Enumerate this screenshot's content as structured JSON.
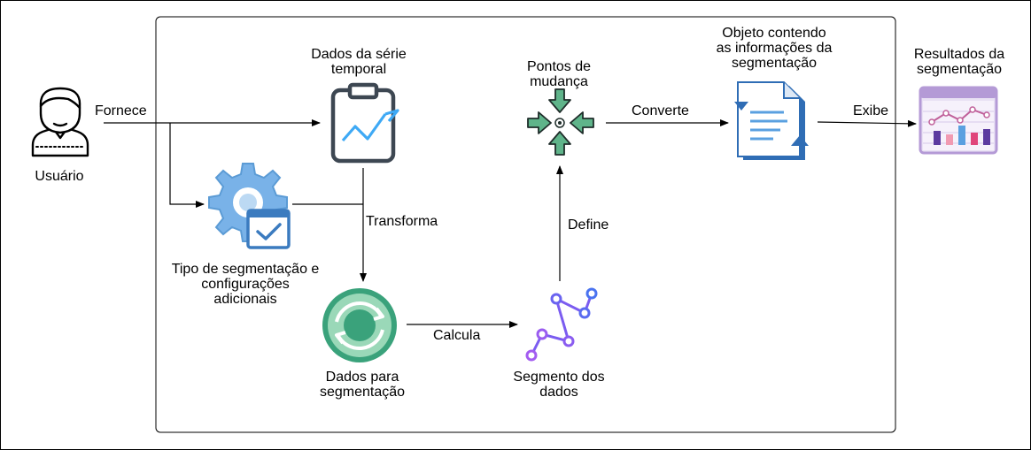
{
  "nodes": {
    "user": "Usuário",
    "series": "Dados da série\ntemporal",
    "config": "Tipo de segmentação e\nconfigurações\nadicionais",
    "data_seg": "Dados para\nsegmentação",
    "segment": "Segmento dos\ndados",
    "change_points": "Pontos de\nmudança",
    "object": "Objeto contendo\nas informações da\nsegmentação",
    "results": "Resultados da\nsegmentação"
  },
  "edges": {
    "provides": "Fornece",
    "transforms": "Transforma",
    "calculates": "Calcula",
    "defines": "Define",
    "converts": "Converte",
    "displays": "Exibe"
  },
  "icons": {
    "user": "user-icon",
    "series": "clipboard-chart-icon",
    "config": "gear-checklist-icon",
    "data_seg": "refresh-circle-icon",
    "segment": "connected-nodes-icon",
    "change_points": "converging-arrows-icon",
    "object": "document-icon",
    "results": "dashboard-chart-icon"
  },
  "colors": {
    "gear_blue": "#5b9bd5",
    "teal": "#3aa27b",
    "green_arrows": "#5fb48a",
    "doc_blue": "#2f6db5",
    "purple": "#8a5cf6",
    "dashboard_purple": "#b49ad6"
  }
}
